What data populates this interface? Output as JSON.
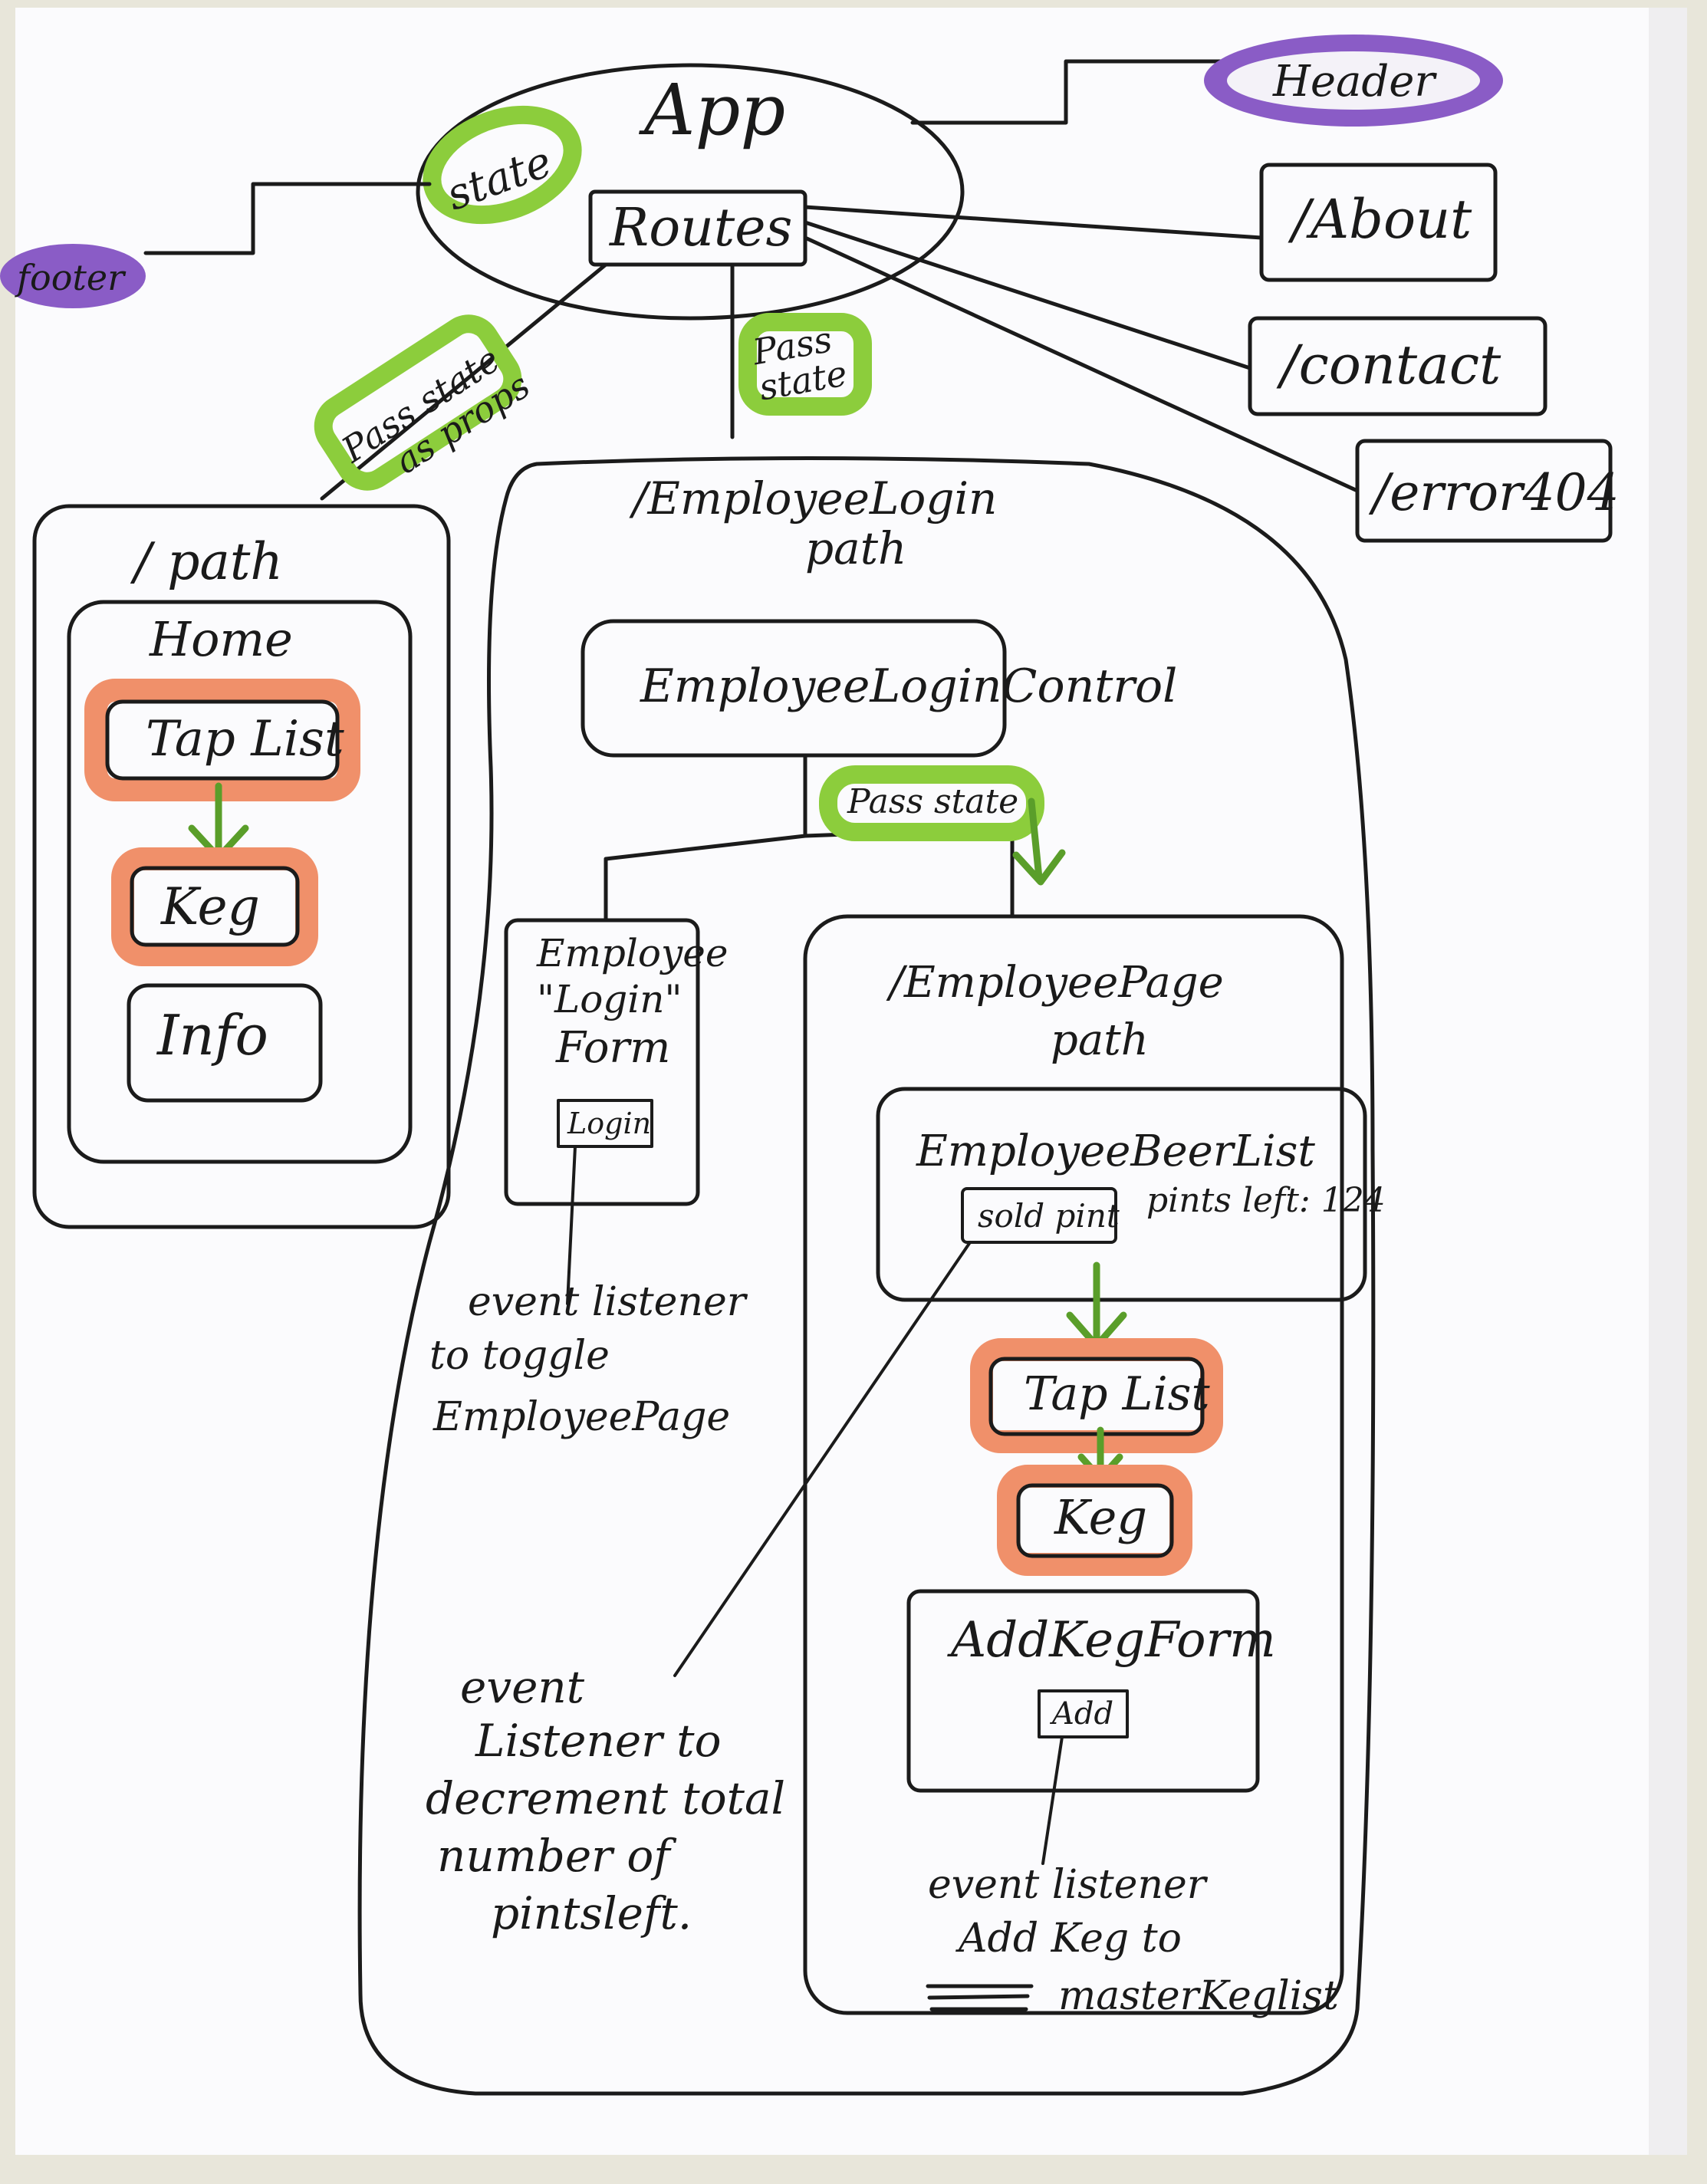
{
  "labels": {
    "app": "App",
    "state": "state",
    "routes": "Routes",
    "header": "Header",
    "footer": "footer",
    "about": "/About",
    "contact": "/contact",
    "error404": "/error404",
    "pass_state_props_1": "Pass state",
    "pass_state_props_2": "as props",
    "pass_state_top_1": "Pass",
    "pass_state_top_2": "state",
    "root_path": "/  path",
    "home": "Home",
    "taplist_left": "Tap List",
    "keg_left": "Keg",
    "info": "Info",
    "employee_login_path_1": "/EmployeeLogin",
    "employee_login_path_2": "path",
    "employee_login_control": "EmployeeLoginControl",
    "pass_state_mid": "Pass state",
    "login_form_1": "Employee",
    "login_form_2": "\"Login\"",
    "login_form_3": "Form",
    "login_button": "Login",
    "note_login_1": "event listener",
    "note_login_2": "to toggle",
    "note_login_3": "EmployeePage",
    "employee_page_path_1": "/EmployeePage",
    "employee_page_path_2": "path",
    "employee_beer_list": "EmployeeBeerList",
    "sold_pint_button": "sold pint",
    "pints_left": "pints left: 124",
    "taplist_right": "Tap List",
    "keg_right": "Keg",
    "add_keg_form": "AddKegForm",
    "add_button": "Add",
    "note_decrement_1": "event",
    "note_decrement_2": "Listener to",
    "note_decrement_3": "decrement total",
    "note_decrement_4": "number of",
    "note_decrement_5": "pintsleft.",
    "note_add_1": "event listener",
    "note_add_2": "Add Keg to",
    "note_add_3": "masterKeglist"
  },
  "colors": {
    "paper": "#fbfbfd",
    "ink": "#1b1b1b",
    "green_highlight": "#8ccd3c",
    "purple_highlight": "#8a5cc6",
    "orange_highlight": "#f0906a",
    "green_arrow": "#5a9e2a"
  }
}
